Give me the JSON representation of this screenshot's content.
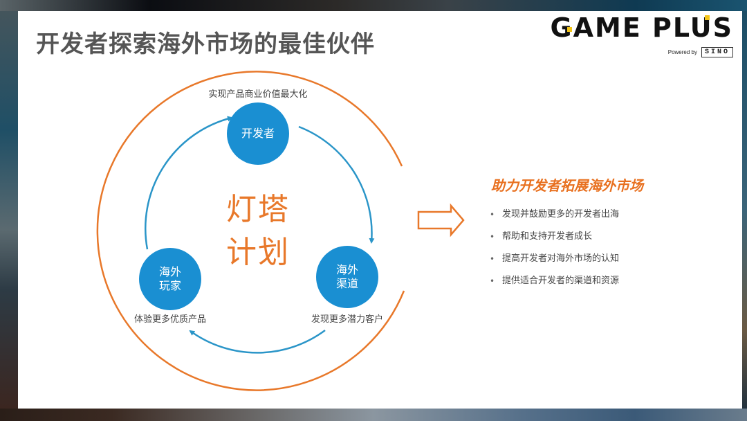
{
  "slide": {
    "title": "开发者探索海外市场的最佳伙伴"
  },
  "logo": {
    "brand": "GAME PLUS",
    "powered_by": "Powered by",
    "partner": "SINO"
  },
  "diagram": {
    "center_line1": "灯塔",
    "center_line2": "计划",
    "nodes": [
      {
        "line1": "开发者",
        "line2": "",
        "caption": "实现产品商业价值最大化"
      },
      {
        "line1": "海外",
        "line2": "玩家",
        "caption": "体验更多优质产品"
      },
      {
        "line1": "海外",
        "line2": "渠道",
        "caption": "发现更多潜力客户"
      }
    ],
    "colors": {
      "orange": "#e8782a",
      "blue": "#1a8fd2",
      "arrow_blue": "#2a95c8"
    }
  },
  "right_panel": {
    "arrow_icon": "outline-right-arrow",
    "heading": "助力开发者拓展海外市场",
    "bullet_symbol": "•",
    "bullets": [
      "发现并鼓励更多的开发者出海",
      "帮助和支持开发者成长",
      "提高开发者对海外市场的认知",
      "提供适合开发者的渠道和资源"
    ]
  }
}
